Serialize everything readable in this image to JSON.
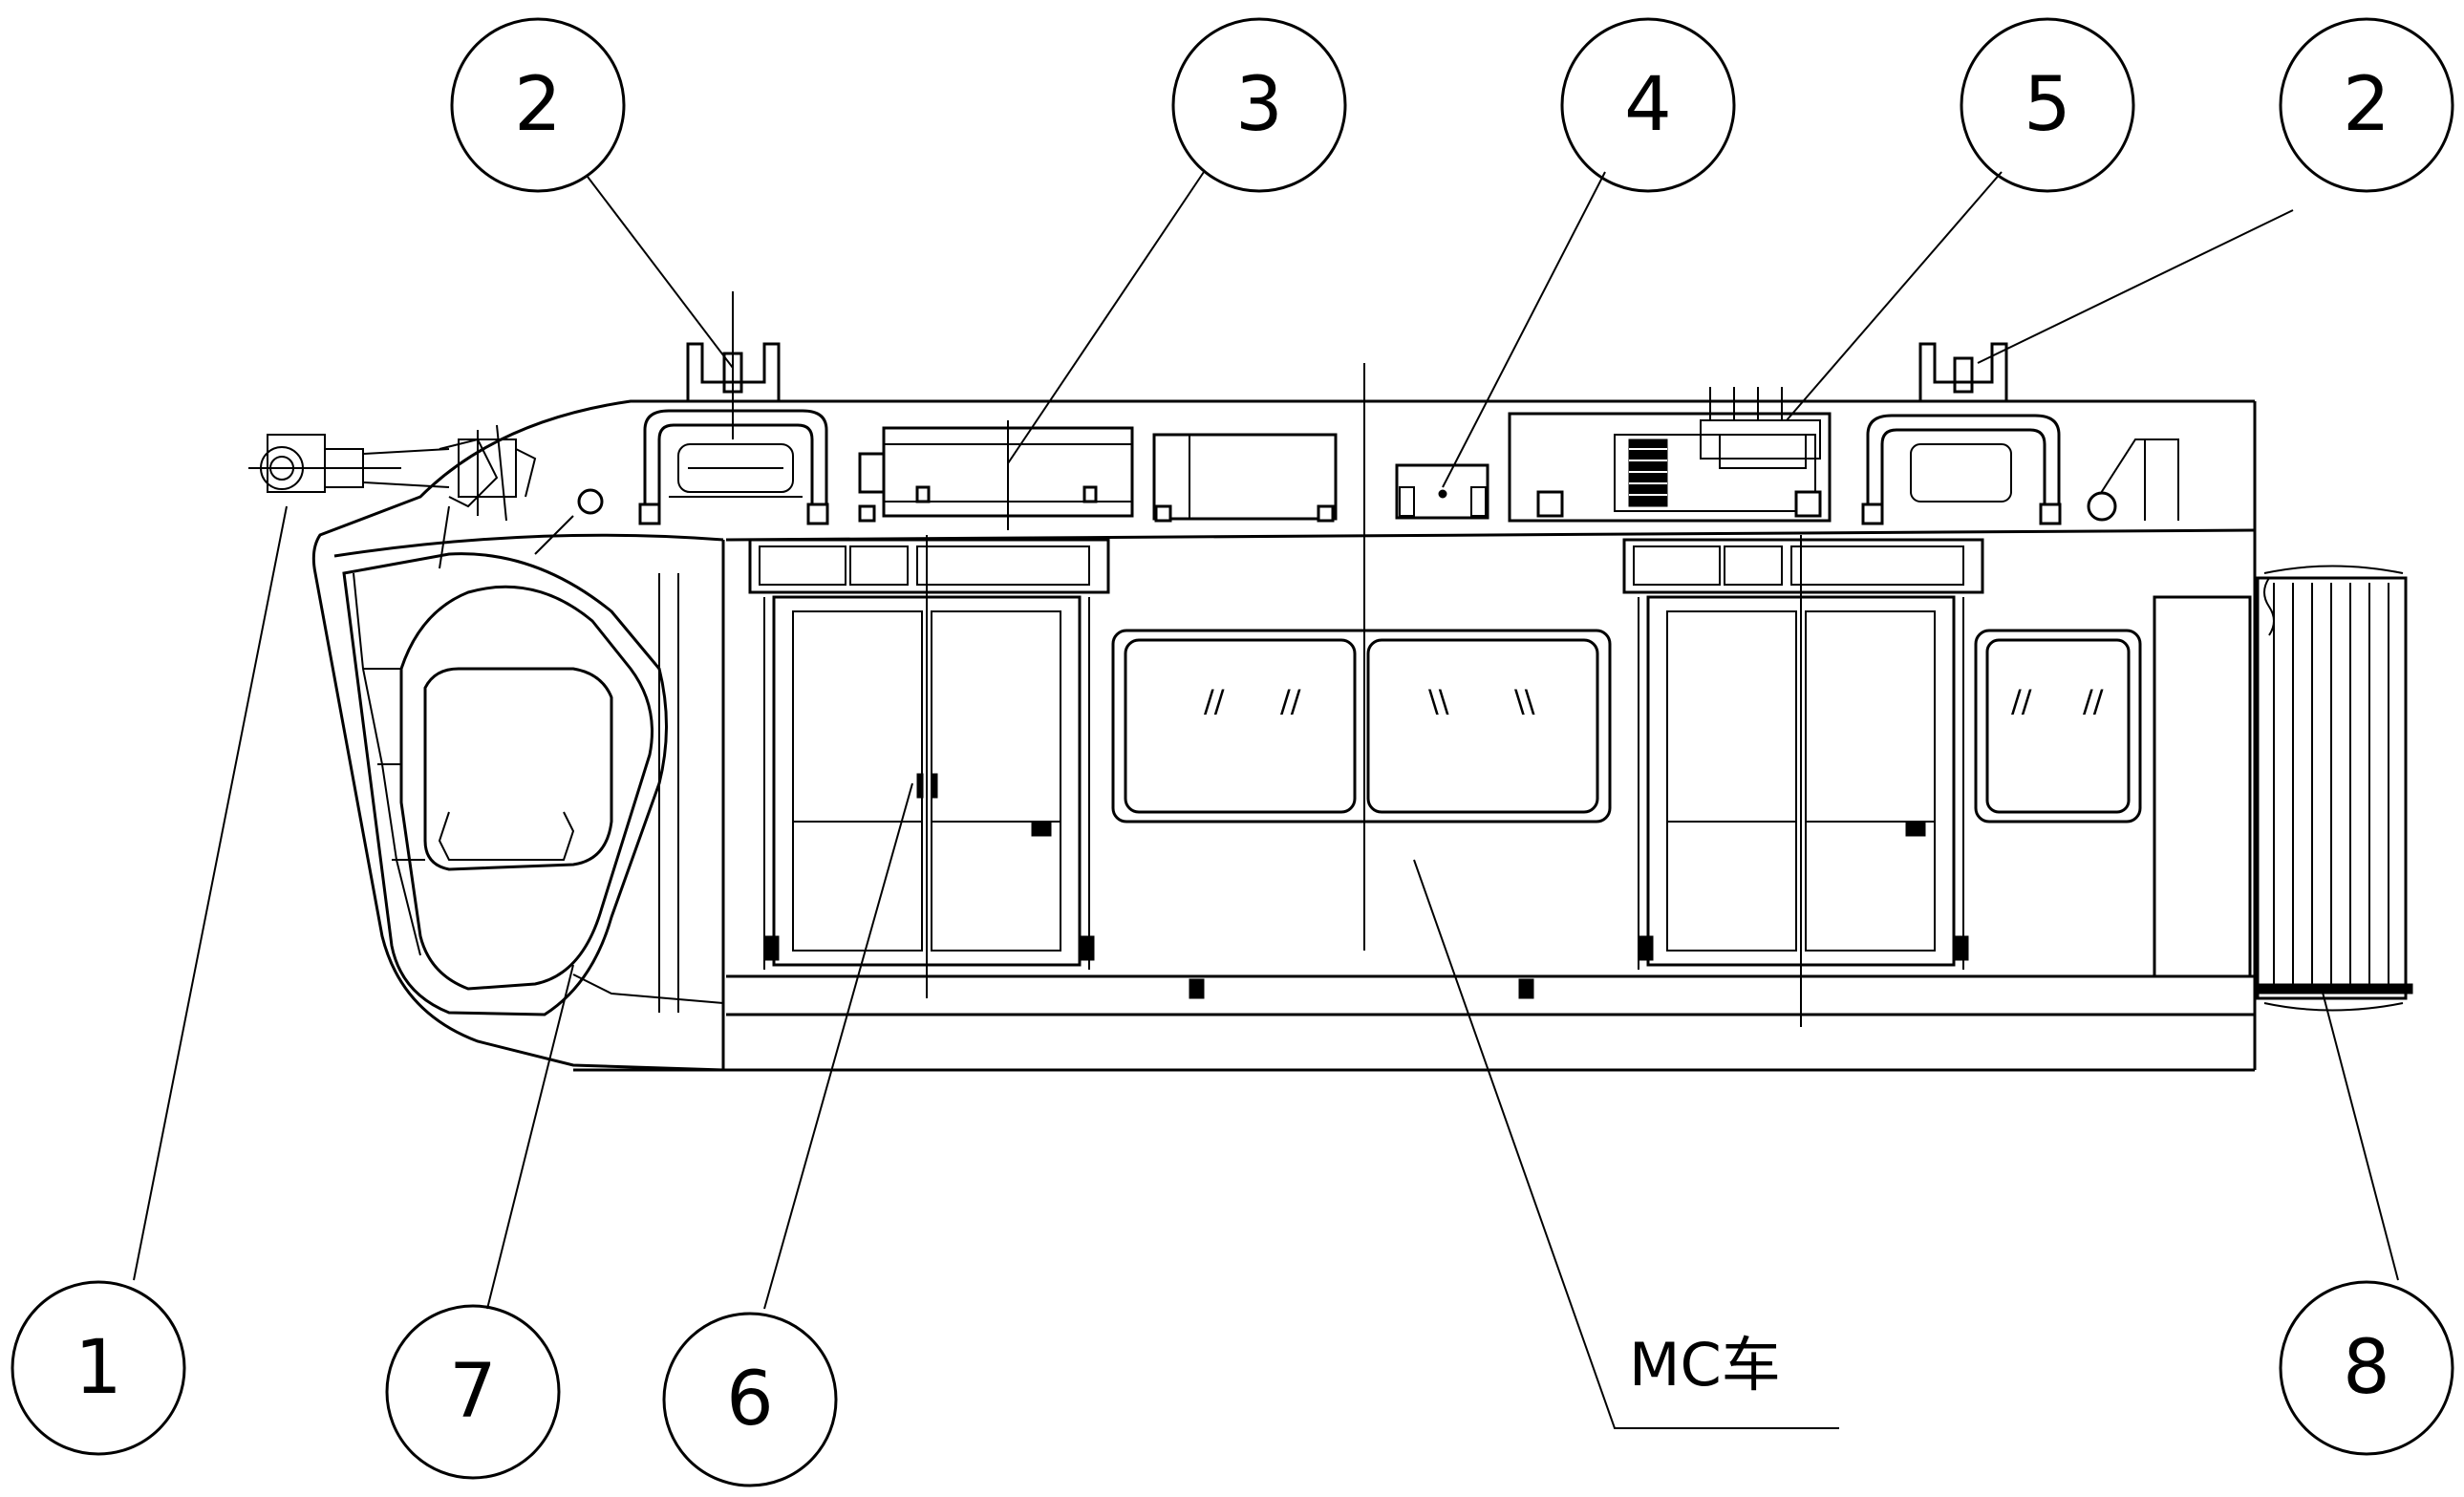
{
  "callouts": [
    {
      "id": "c2a",
      "label": "2"
    },
    {
      "id": "c3",
      "label": "3"
    },
    {
      "id": "c4",
      "label": "4"
    },
    {
      "id": "c5",
      "label": "5"
    },
    {
      "id": "c2b",
      "label": "2"
    },
    {
      "id": "c1",
      "label": "1"
    },
    {
      "id": "c7",
      "label": "7"
    },
    {
      "id": "c6",
      "label": "6"
    },
    {
      "id": "c8",
      "label": "8"
    }
  ],
  "car_label": "MC车",
  "colors": {
    "line": "#000000",
    "background": "#ffffff"
  }
}
